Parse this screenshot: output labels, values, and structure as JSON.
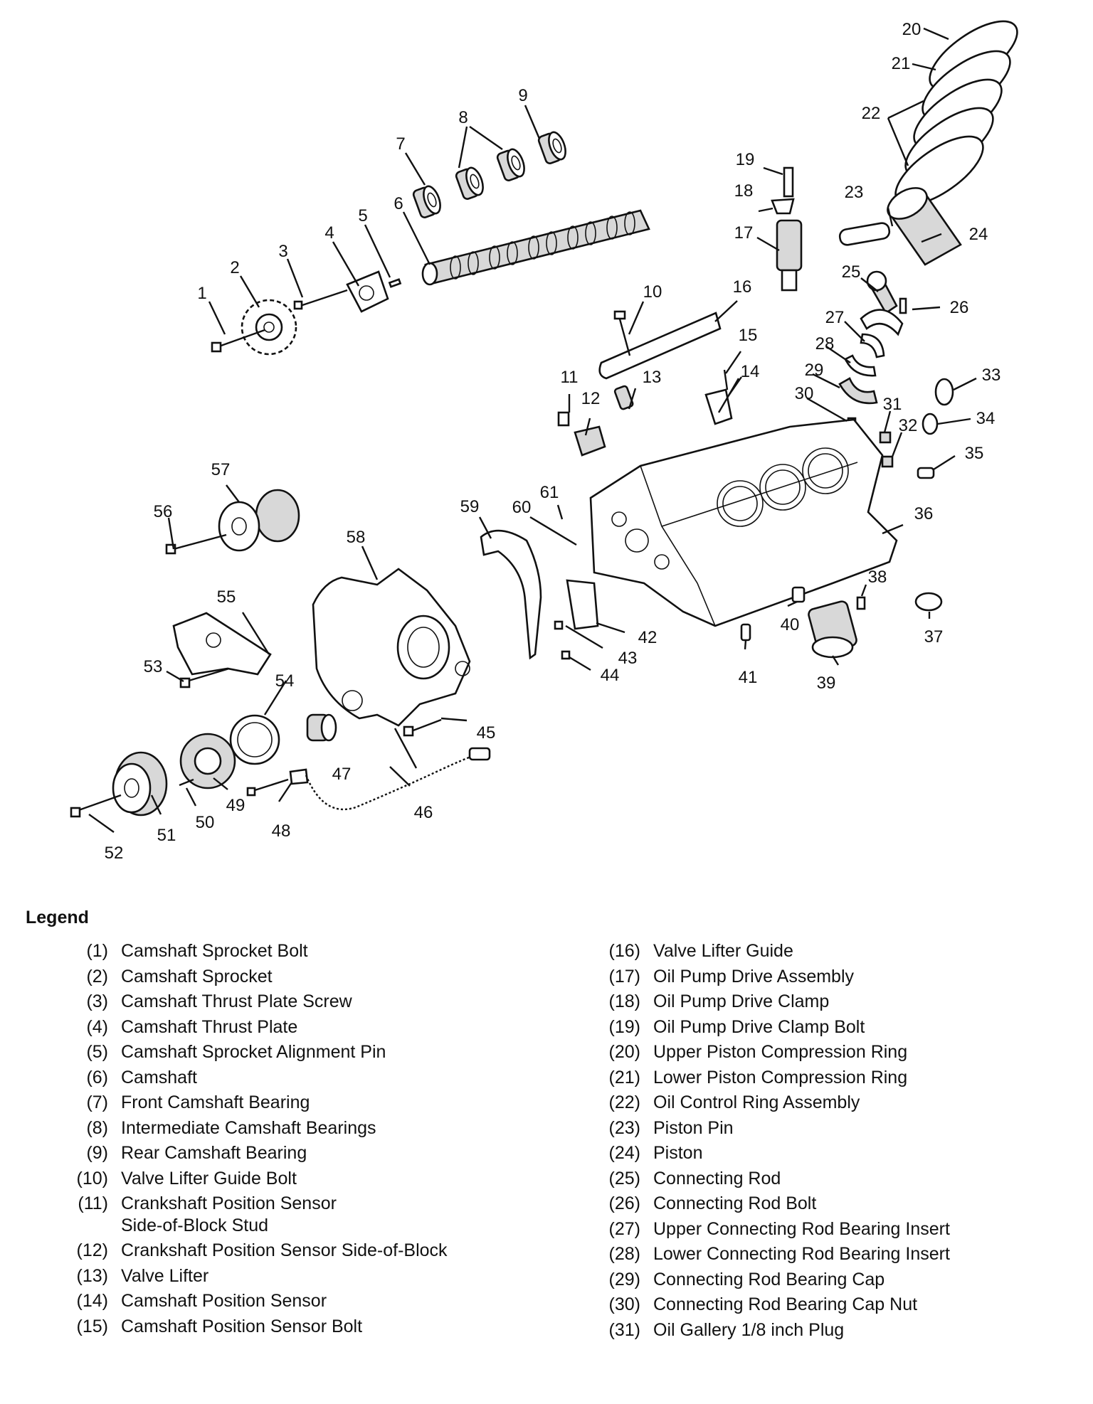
{
  "callouts": [
    "1",
    "2",
    "3",
    "4",
    "5",
    "6",
    "7",
    "8",
    "9",
    "10",
    "11",
    "12",
    "13",
    "14",
    "15",
    "16",
    "17",
    "18",
    "19",
    "20",
    "21",
    "22",
    "23",
    "24",
    "25",
    "26",
    "27",
    "28",
    "29",
    "30",
    "31",
    "32",
    "33",
    "34",
    "35",
    "36",
    "37",
    "38",
    "39",
    "40",
    "41",
    "42",
    "43",
    "44",
    "45",
    "46",
    "47",
    "48",
    "49",
    "50",
    "51",
    "52",
    "53",
    "54",
    "55",
    "56",
    "57",
    "58",
    "59",
    "60",
    "61"
  ],
  "legend": {
    "title": "Legend",
    "left": [
      {
        "num": "(1)",
        "label": "Camshaft Sprocket Bolt"
      },
      {
        "num": "(2)",
        "label": "Camshaft Sprocket"
      },
      {
        "num": "(3)",
        "label": "Camshaft Thrust Plate Screw"
      },
      {
        "num": "(4)",
        "label": "Camshaft Thrust Plate"
      },
      {
        "num": "(5)",
        "label": "Camshaft Sprocket Alignment Pin"
      },
      {
        "num": "(6)",
        "label": "Camshaft"
      },
      {
        "num": "(7)",
        "label": "Front Camshaft Bearing"
      },
      {
        "num": "(8)",
        "label": "Intermediate Camshaft Bearings"
      },
      {
        "num": "(9)",
        "label": "Rear Camshaft Bearing"
      },
      {
        "num": "(10)",
        "label": "Valve Lifter Guide Bolt"
      },
      {
        "num": "(11)",
        "label": "Crankshaft Position Sensor\nSide-of-Block Stud"
      },
      {
        "num": "(12)",
        "label": "Crankshaft Position Sensor Side-of-Block"
      },
      {
        "num": "(13)",
        "label": "Valve Lifter"
      },
      {
        "num": "(14)",
        "label": "Camshaft Position Sensor"
      },
      {
        "num": "(15)",
        "label": "Camshaft Position Sensor Bolt"
      }
    ],
    "right": [
      {
        "num": "(16)",
        "label": "Valve Lifter Guide"
      },
      {
        "num": "(17)",
        "label": "Oil Pump Drive Assembly"
      },
      {
        "num": "(18)",
        "label": "Oil Pump Drive Clamp"
      },
      {
        "num": "(19)",
        "label": "Oil Pump Drive Clamp Bolt"
      },
      {
        "num": "(20)",
        "label": "Upper Piston Compression Ring"
      },
      {
        "num": "(21)",
        "label": "Lower Piston Compression Ring"
      },
      {
        "num": "(22)",
        "label": "Oil Control Ring Assembly"
      },
      {
        "num": "(23)",
        "label": "Piston Pin"
      },
      {
        "num": "(24)",
        "label": "Piston"
      },
      {
        "num": "(25)",
        "label": "Connecting Rod"
      },
      {
        "num": "(26)",
        "label": "Connecting Rod Bolt"
      },
      {
        "num": "(27)",
        "label": "Upper Connecting Rod Bearing Insert"
      },
      {
        "num": "(28)",
        "label": "Lower Connecting Rod Bearing Insert"
      },
      {
        "num": "(29)",
        "label": "Connecting Rod Bearing Cap"
      },
      {
        "num": "(30)",
        "label": "Connecting Rod Bearing Cap Nut"
      },
      {
        "num": "(31)",
        "label": "Oil Gallery 1/8 inch Plug"
      }
    ]
  }
}
